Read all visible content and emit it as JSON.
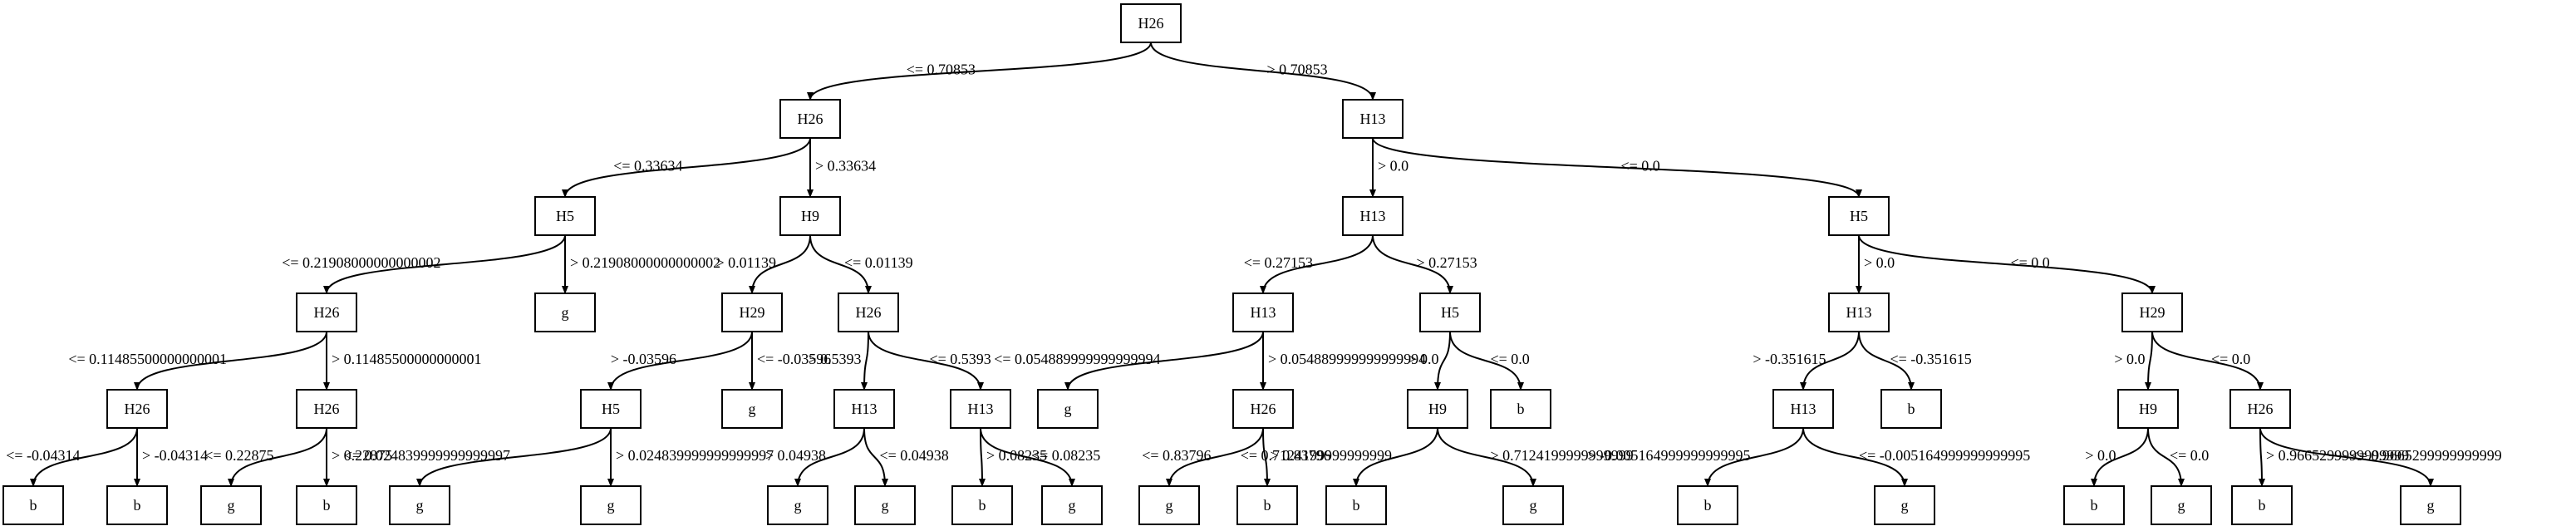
{
  "colors": {
    "background": "#ffffff",
    "stroke": "#000000",
    "text": "#000000"
  },
  "tree": {
    "nodes": [
      {
        "id": "n0",
        "label": "H26"
      },
      {
        "id": "n1",
        "label": "H26"
      },
      {
        "id": "n2",
        "label": "H13"
      },
      {
        "id": "n3",
        "label": "H5"
      },
      {
        "id": "n4",
        "label": "H9"
      },
      {
        "id": "n5",
        "label": "H13"
      },
      {
        "id": "n6",
        "label": "H5"
      },
      {
        "id": "n7",
        "label": "H26"
      },
      {
        "id": "n8",
        "label": "g"
      },
      {
        "id": "n9",
        "label": "H29"
      },
      {
        "id": "n10",
        "label": "H26"
      },
      {
        "id": "n11",
        "label": "H13"
      },
      {
        "id": "n12",
        "label": "H5"
      },
      {
        "id": "n13",
        "label": "H13"
      },
      {
        "id": "n14",
        "label": "H29"
      },
      {
        "id": "n15",
        "label": "H26"
      },
      {
        "id": "n16",
        "label": "H26"
      },
      {
        "id": "n17",
        "label": "H5"
      },
      {
        "id": "n18",
        "label": "g"
      },
      {
        "id": "n19",
        "label": "H13"
      },
      {
        "id": "n20",
        "label": "H13"
      },
      {
        "id": "n21",
        "label": "g"
      },
      {
        "id": "n22",
        "label": "H26"
      },
      {
        "id": "n23",
        "label": "H9"
      },
      {
        "id": "n24",
        "label": "b"
      },
      {
        "id": "n25",
        "label": "H13"
      },
      {
        "id": "n26",
        "label": "b"
      },
      {
        "id": "n27",
        "label": "H9"
      },
      {
        "id": "n28",
        "label": "H26"
      },
      {
        "id": "n29",
        "label": "b"
      },
      {
        "id": "n30",
        "label": "b"
      },
      {
        "id": "n31",
        "label": "g"
      },
      {
        "id": "n32",
        "label": "b"
      },
      {
        "id": "n33",
        "label": "g"
      },
      {
        "id": "n34",
        "label": "g"
      },
      {
        "id": "n35",
        "label": "g"
      },
      {
        "id": "n36",
        "label": "g"
      },
      {
        "id": "n37",
        "label": "b"
      },
      {
        "id": "n38",
        "label": "g"
      },
      {
        "id": "n39",
        "label": "g"
      },
      {
        "id": "n40",
        "label": "b"
      },
      {
        "id": "n41",
        "label": "b"
      },
      {
        "id": "n42",
        "label": "g"
      },
      {
        "id": "n43",
        "label": "b"
      },
      {
        "id": "n44",
        "label": "g"
      },
      {
        "id": "n45",
        "label": "b"
      },
      {
        "id": "n46",
        "label": "g"
      },
      {
        "id": "n47",
        "label": "b"
      },
      {
        "id": "n48",
        "label": "g"
      }
    ],
    "edges": [
      {
        "from": "n0",
        "to": "n1",
        "label": "<= 0.70853"
      },
      {
        "from": "n0",
        "to": "n2",
        "label": "> 0.70853"
      },
      {
        "from": "n1",
        "to": "n3",
        "label": "<= 0.33634"
      },
      {
        "from": "n1",
        "to": "n4",
        "label": "> 0.33634"
      },
      {
        "from": "n2",
        "to": "n5",
        "label": "> 0.0"
      },
      {
        "from": "n2",
        "to": "n6",
        "label": "<= 0.0"
      },
      {
        "from": "n3",
        "to": "n7",
        "label": "<= 0.21908000000000002"
      },
      {
        "from": "n3",
        "to": "n8",
        "label": "> 0.21908000000000002"
      },
      {
        "from": "n4",
        "to": "n9",
        "label": "> 0.01139"
      },
      {
        "from": "n4",
        "to": "n10",
        "label": "<= 0.01139"
      },
      {
        "from": "n5",
        "to": "n11",
        "label": "<= 0.27153"
      },
      {
        "from": "n5",
        "to": "n12",
        "label": "> 0.27153"
      },
      {
        "from": "n6",
        "to": "n13",
        "label": "> 0.0"
      },
      {
        "from": "n6",
        "to": "n14",
        "label": "<= 0.0"
      },
      {
        "from": "n7",
        "to": "n15",
        "label": "<= 0.11485500000000001"
      },
      {
        "from": "n7",
        "to": "n16",
        "label": "> 0.11485500000000001"
      },
      {
        "from": "n9",
        "to": "n17",
        "label": "> -0.03596"
      },
      {
        "from": "n9",
        "to": "n18",
        "label": "<= -0.03596"
      },
      {
        "from": "n10",
        "to": "n19",
        "label": "> 0.5393"
      },
      {
        "from": "n10",
        "to": "n20",
        "label": "<= 0.5393"
      },
      {
        "from": "n11",
        "to": "n21",
        "label": "<= 0.054889999999999994"
      },
      {
        "from": "n11",
        "to": "n22",
        "label": "> 0.054889999999999994"
      },
      {
        "from": "n12",
        "to": "n23",
        "label": "> 0.0"
      },
      {
        "from": "n12",
        "to": "n24",
        "label": "<= 0.0"
      },
      {
        "from": "n13",
        "to": "n25",
        "label": "> -0.351615"
      },
      {
        "from": "n13",
        "to": "n26",
        "label": "<= -0.351615"
      },
      {
        "from": "n14",
        "to": "n27",
        "label": "> 0.0"
      },
      {
        "from": "n14",
        "to": "n28",
        "label": "<= 0.0"
      },
      {
        "from": "n15",
        "to": "n29",
        "label": "<= -0.04314"
      },
      {
        "from": "n15",
        "to": "n30",
        "label": "> -0.04314"
      },
      {
        "from": "n16",
        "to": "n31",
        "label": "<= 0.22875"
      },
      {
        "from": "n16",
        "to": "n32",
        "label": "> 0.22875"
      },
      {
        "from": "n17",
        "to": "n33",
        "label": "<= 0.024839999999999997"
      },
      {
        "from": "n17",
        "to": "n34",
        "label": "> 0.024839999999999997"
      },
      {
        "from": "n19",
        "to": "n35",
        "label": "> 0.04938"
      },
      {
        "from": "n19",
        "to": "n36",
        "label": "<= 0.04938"
      },
      {
        "from": "n20",
        "to": "n37",
        "label": "> 0.08235"
      },
      {
        "from": "n20",
        "to": "n38",
        "label": "<= 0.08235"
      },
      {
        "from": "n22",
        "to": "n39",
        "label": "<= 0.83796"
      },
      {
        "from": "n22",
        "to": "n40",
        "label": "> 0.83796"
      },
      {
        "from": "n23",
        "to": "n41",
        "label": "<= 0.7124199999999999"
      },
      {
        "from": "n23",
        "to": "n42",
        "label": "> 0.7124199999999999"
      },
      {
        "from": "n25",
        "to": "n43",
        "label": "> -0.005164999999999995"
      },
      {
        "from": "n25",
        "to": "n44",
        "label": "<= -0.005164999999999995"
      },
      {
        "from": "n27",
        "to": "n45",
        "label": "> 0.0"
      },
      {
        "from": "n27",
        "to": "n46",
        "label": "<= 0.0"
      },
      {
        "from": "n28",
        "to": "n47",
        "label": "> 0.9665299999999999"
      },
      {
        "from": "n28",
        "to": "n48",
        "label": "<= 0.9665299999999999"
      }
    ]
  }
}
